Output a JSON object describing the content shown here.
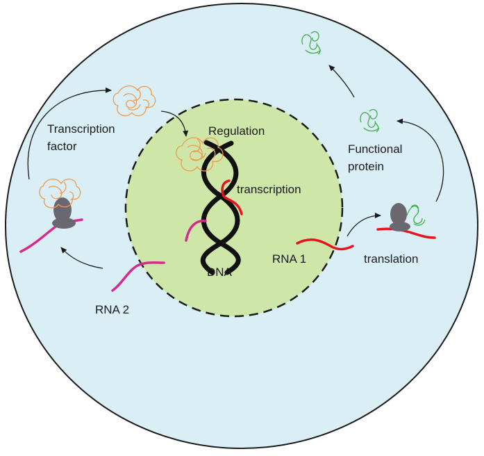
{
  "labels": {
    "transcription_factor_line1": "Transcription",
    "transcription_factor_line2": "factor",
    "regulation": "Regulation",
    "transcription": "transcription",
    "dna": "DNA",
    "rna1": "RNA 1",
    "rna2": "RNA 2",
    "translation": "translation",
    "functional_protein_line1": "Functional",
    "functional_protein_line2": "protein"
  },
  "colors": {
    "cell_fill": "#daeef6",
    "nucleus_fill": "#cfe6a9",
    "outline": "#1a1a1a",
    "dna": "#111111",
    "rna1": "#e8141b",
    "rna2": "#d62a8c",
    "ribosome": "#6b6770",
    "transcription_factor": "#ef9a4a",
    "protein": "#3fae49"
  }
}
